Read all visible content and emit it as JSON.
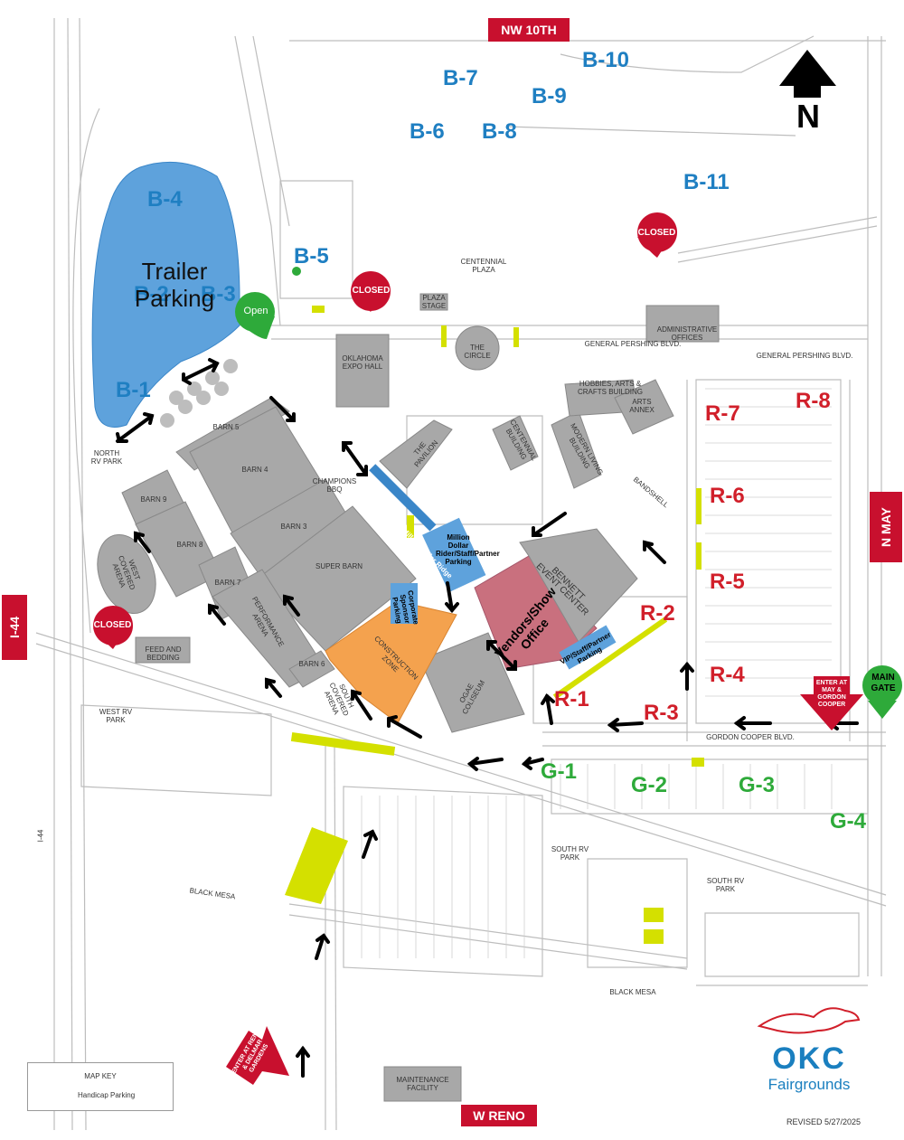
{
  "roads": {
    "nw10th": "NW 10TH",
    "nmay": "N MAY",
    "i44": "I-44",
    "wreno": "W RENO",
    "gen_pershing_1": "GENERAL PERSHING BLVD.",
    "gen_pershing_2": "GENERAL PERSHING BLVD.",
    "gordon_cooper": "GORDON COOPER BLVD.",
    "black_mesa_1": "BLACK MESA",
    "black_mesa_2": "BLACK MESA",
    "i44_small": "I-44"
  },
  "lots_blue": [
    "B-1",
    "B-2",
    "B-3",
    "B-4",
    "B-5",
    "B-6",
    "B-7",
    "B-8",
    "B-9",
    "B-10",
    "B-11"
  ],
  "lots_red": [
    "R-1",
    "R-2",
    "R-3",
    "R-4",
    "R-5",
    "R-6",
    "R-7",
    "R-8"
  ],
  "lots_green": [
    "G-1",
    "G-2",
    "G-3",
    "G-4"
  ],
  "trailer": "Trailer Parking",
  "badges": {
    "open": "Open",
    "closed": "CLOSED"
  },
  "buildings": {
    "barn5": "BARN 5",
    "barn4": "BARN 4",
    "barn3": "BARN 3",
    "superbarn": "SUPER BARN",
    "barn9": "BARN 9",
    "barn8": "BARN 8",
    "barn7": "BARN 7",
    "barn6": "BARN 6",
    "performance": "PERFORMANCE ARENA",
    "westcovered": "WEST COVERED ARENA",
    "feed": "FEED AND BEDDING",
    "expo": "OKLAHOMA EXPO HALL",
    "circle": "THE CIRCLE",
    "pavilion": "THE PAVILION",
    "centennial_bldg": "CENTENNIAL BUILDING",
    "modern": "MODERN LIVING BUILDING",
    "hobbies": "HOBBIES, ARTS & CRAFTS BUILDING",
    "arts": "ARTS ANNEX",
    "admin": "ADMINISTRATIVE OFFICES",
    "bandshell": "BANDSHELL",
    "bennett": "BENNETT EVENT CENTER",
    "vendors": "Vendors/Show Office",
    "construction": "CONSTRUCTION ZONE",
    "coliseum": "OGAE COLISEUM",
    "plaza": "CENTENNIAL PLAZA",
    "stage": "PLAZA STAGE",
    "maintenance": "MAINTENANCE FACILITY",
    "champions": "CHAMPIONS BBQ",
    "sold": "SOUTH COVERED ARENA",
    "north_rv": "NORTH RV PARK",
    "west_rv": "WEST RV PARK",
    "south_rv1": "SOUTH RV PARK",
    "south_rv2": "SOUTH RV PARK"
  },
  "parking_labels": {
    "multi": "Multi-Million Dollar Ridge",
    "million": "Million Dollar Rider/Staff/Partner Parking",
    "corporate": "Corporate Sponsor Parking",
    "vip": "VIP/Staff/Partner Parking"
  },
  "gates": {
    "main": "MAIN GATE",
    "enter_may": "ENTER AT MAY & GORDON COOPER",
    "enter_reno": "ENTER AT RENO & DELMAR GARDENS"
  },
  "north": "N",
  "key": {
    "title": "MAP KEY",
    "item": "Handicap Parking"
  },
  "logo": {
    "top": "OKC",
    "bottom": "Fairgrounds"
  },
  "revised": "REVISED 5/27/2025",
  "colors": {
    "blue": "#1f7fc2",
    "red": "#c8102e",
    "green": "#2eaa3a",
    "handicap": "#d4e000",
    "building": "#a8a8a8",
    "orange": "#f4a24e",
    "pink": "#c9707e"
  }
}
